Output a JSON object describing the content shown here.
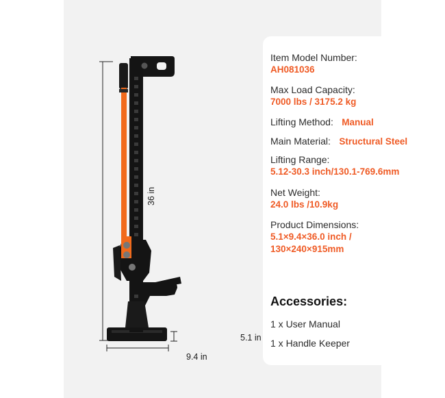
{
  "dimensions": {
    "height": "36 in",
    "width": "9.4 in",
    "base": "5.1 in"
  },
  "specs": {
    "model_label": "Item Model Number:",
    "model_value": "AH081036",
    "load_label": "Max Load Capacity:",
    "load_value": "7000 lbs / 3175.2 kg",
    "method_label": "Lifting Method:",
    "method_value": "Manual",
    "material_label": "Main Material:",
    "material_value": "Structural Steel",
    "range_label": "Lifting Range:",
    "range_value": "5.12-30.3 inch/130.1-769.6mm",
    "weight_label": "Net Weight:",
    "weight_value": "24.0 lbs /10.9kg",
    "dims_label": "Product Dimensions:",
    "dims_value_1": "5.1×9.4×36.0 inch /",
    "dims_value_2": "130×240×915mm"
  },
  "accessories": {
    "title": "Accessories:",
    "items": [
      "1 x User Manual",
      "1 x Handle Keeper"
    ]
  },
  "colors": {
    "accent": "#ef5a24",
    "jack_body": "#111111",
    "handle": "#f26a1b",
    "background": "#f2f2f2",
    "card": "#ffffff"
  }
}
